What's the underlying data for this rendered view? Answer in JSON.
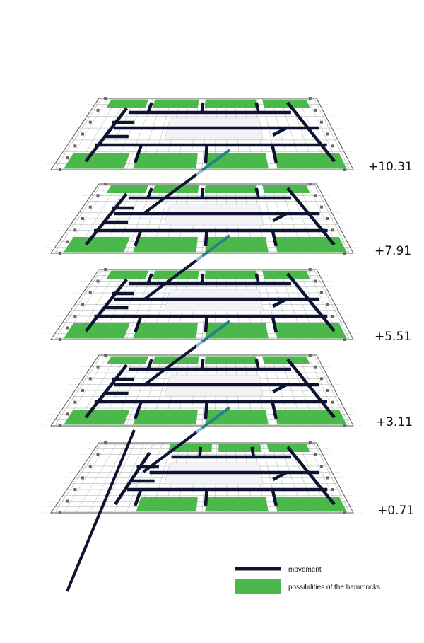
{
  "colors": {
    "movement": "#0d1330",
    "hammock": "#4bb84b",
    "grid": "#9a9a9a",
    "frame": "#555555",
    "ramp_transition": "#8fb7cf"
  },
  "levels": [
    {
      "label": "+10.31"
    },
    {
      "label": "+7.91"
    },
    {
      "label": "+5.51"
    },
    {
      "label": "+3.11"
    },
    {
      "label": "+0.71"
    }
  ],
  "legend": {
    "movement_label": "movement",
    "hammocks_label": "possibilities of the hammocks"
  }
}
